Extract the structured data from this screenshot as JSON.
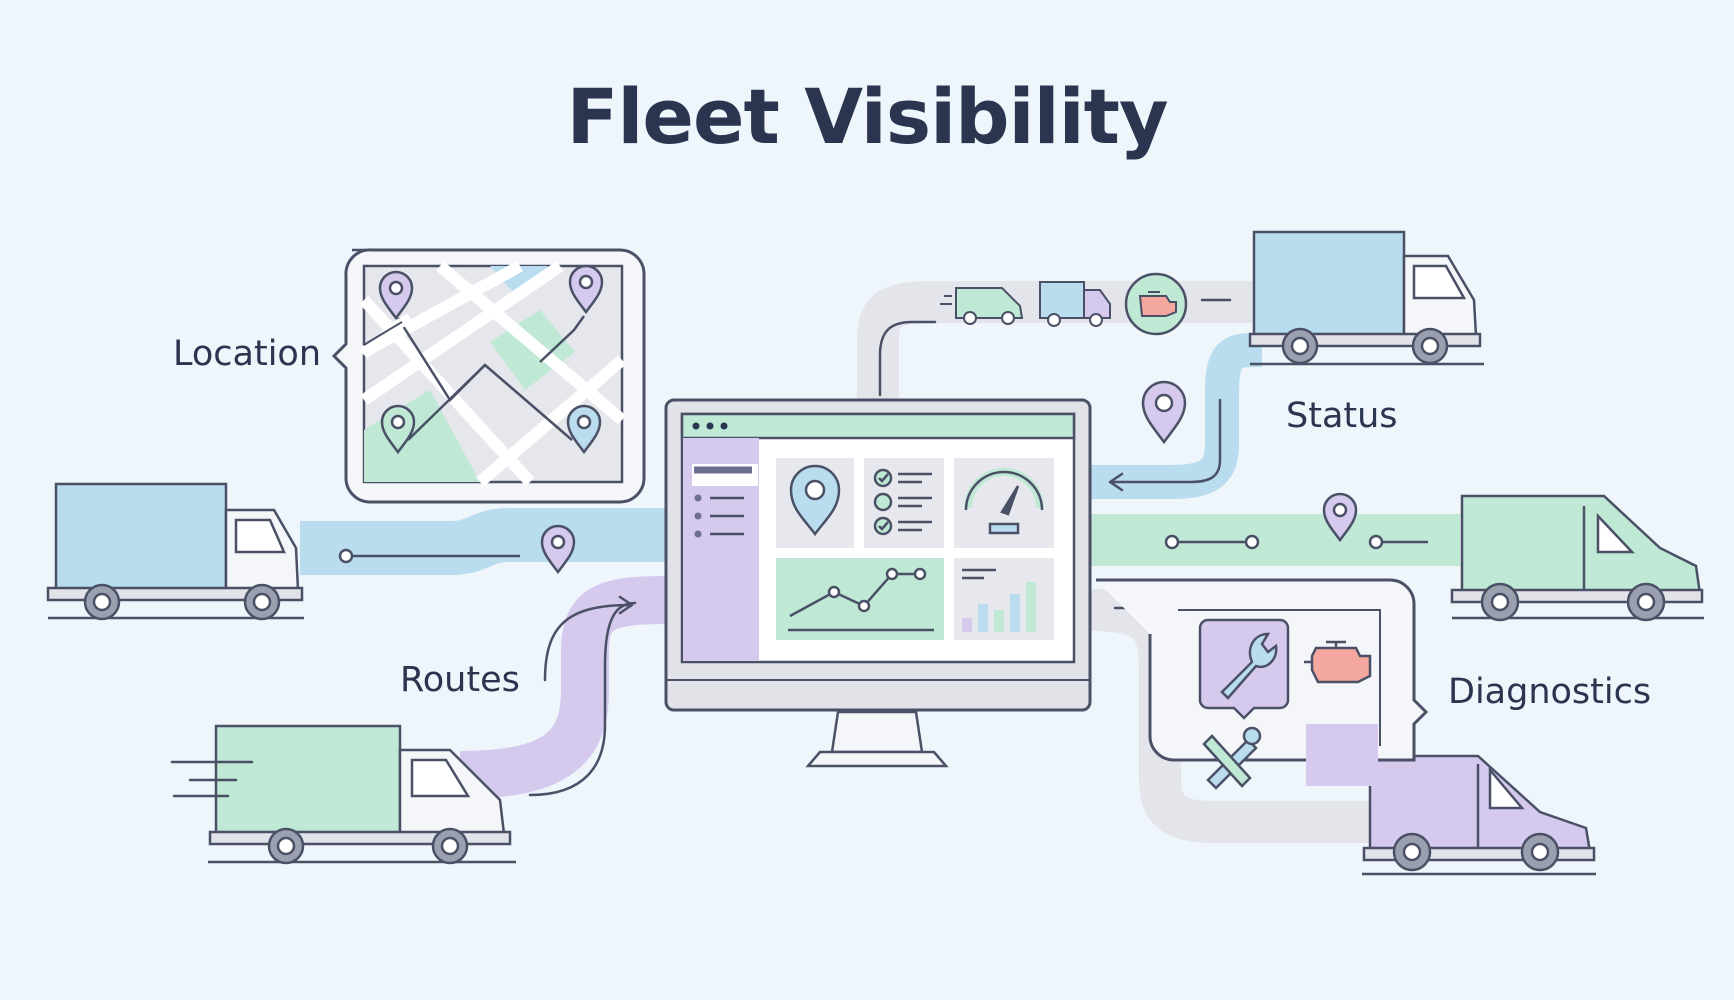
{
  "title": "Fleet Visibility",
  "labels": {
    "location": "Location",
    "status": "Status",
    "routes": "Routes",
    "diagnostics": "Diagnostics"
  },
  "colors": {
    "background": "#eef5fb",
    "blue": "#b9dcef",
    "green": "#bfe8d5",
    "purple": "#d5c9ee",
    "gray_road": "#e1e3e9",
    "outline": "#4a5166",
    "text": "#2b3550"
  },
  "icons": [
    "map-icon",
    "location-pin-icon",
    "truck-icon",
    "van-icon",
    "monitor-icon",
    "dashboard-icon",
    "checklist-icon",
    "speedometer-icon",
    "line-chart-icon",
    "bar-chart-icon",
    "engine-icon",
    "wrench-icon",
    "tools-icon",
    "speed-lines-icon"
  ]
}
